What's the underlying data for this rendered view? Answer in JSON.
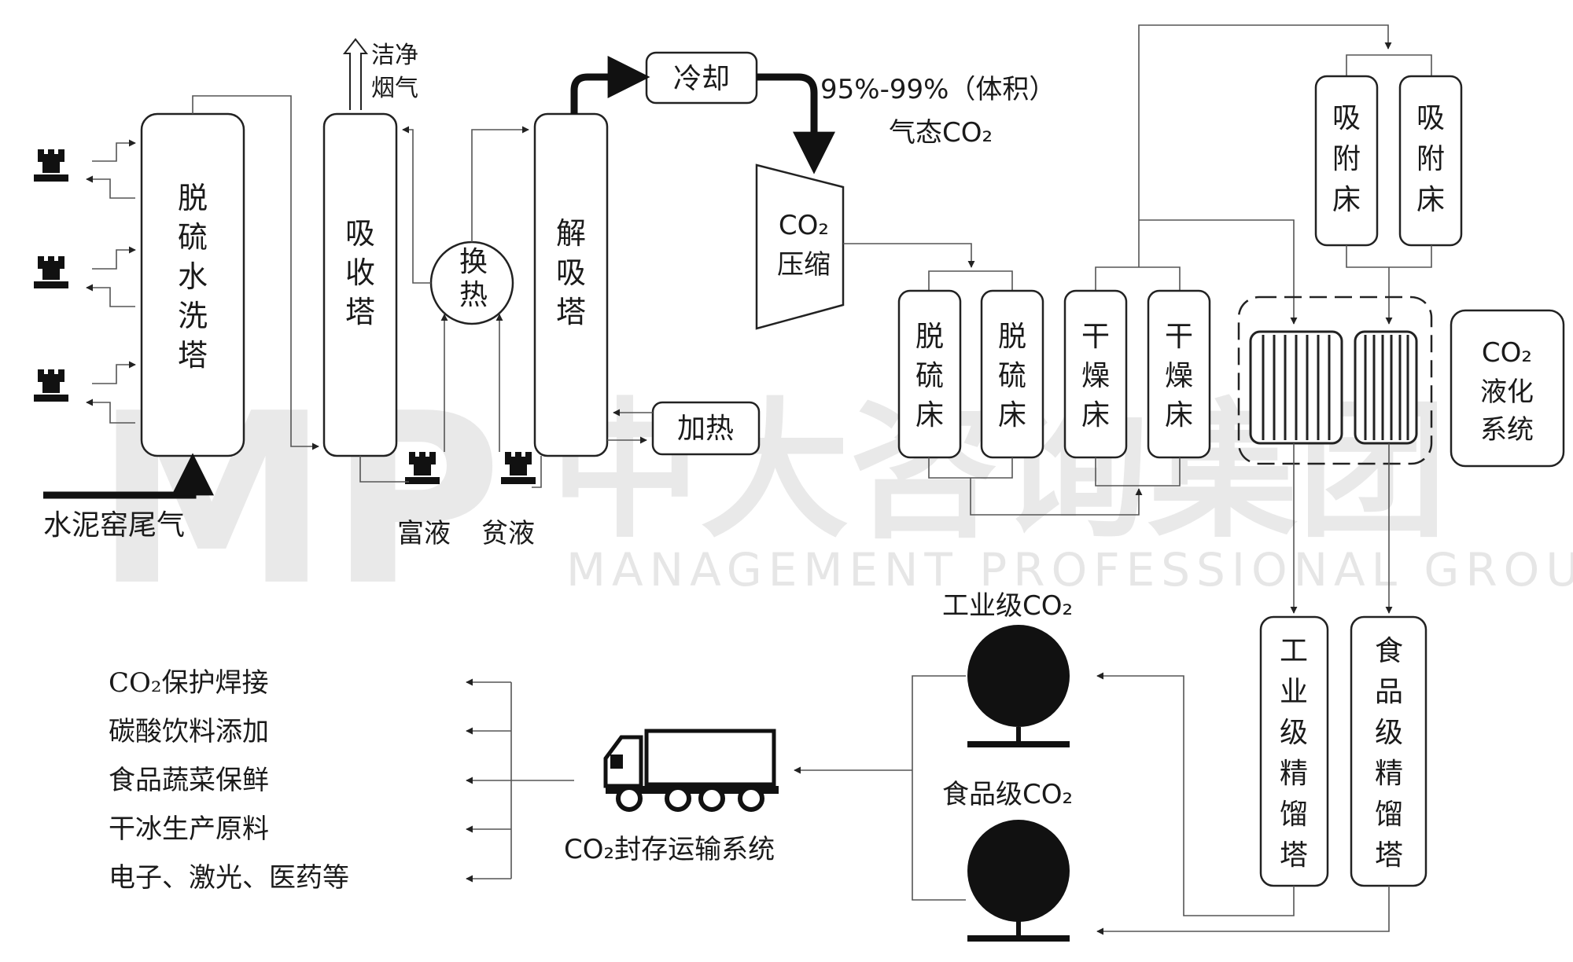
{
  "watermark": {
    "logo": "MP",
    "cn": "中大咨询集团",
    "en": "MANAGEMENT PROFESSIONAL GROUP"
  },
  "units": {
    "desulf_wash_tower": "脱硫水洗塔",
    "absorber": "吸收塔",
    "heat_exchanger": "换热",
    "desorber": "解吸塔",
    "cooling": "冷却",
    "heating": "加热",
    "compressor": {
      "co2": "CO₂",
      "label": "压缩"
    },
    "desulf_bed_1": "脱硫床",
    "desulf_bed_2": "脱硫床",
    "dry_bed_1": "干燥床",
    "dry_bed_2": "干燥床",
    "adsorb_bed_1": "吸附床",
    "adsorb_bed_2": "吸附床",
    "liquefaction": {
      "co2": "CO₂",
      "label": "液化系统"
    },
    "industrial_column": "工业级精馏塔",
    "food_column": "食品级精馏塔"
  },
  "labels": {
    "clean_flue_gas_1": "洁净",
    "clean_flue_gas_2": "烟气",
    "cement_kiln_gas": "水泥窑尾气",
    "rich_liquid": "富液",
    "lean_liquid": "贫液",
    "purity": "95%-99%（体积）",
    "gaseous_co2": "气态CO₂",
    "industrial_co2": "工业级CO₂",
    "food_co2": "食品级CO₂",
    "transport": "CO₂封存运输系统"
  },
  "applications": [
    "CO₂保护焊接",
    "碳酸饮料添加",
    "食品蔬菜保鲜",
    "干冰生产原料",
    "电子、激光、医药等"
  ],
  "icons": [
    "pump-icon",
    "truck-icon",
    "storage-tank-icon",
    "arrow-icon"
  ]
}
